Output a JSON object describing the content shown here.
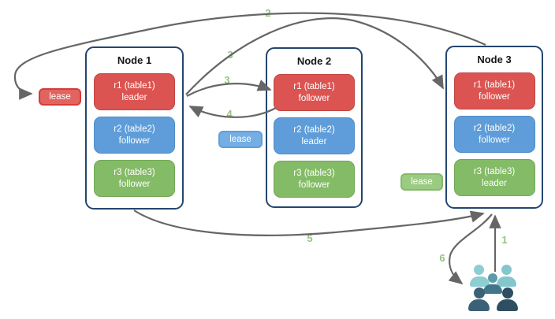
{
  "nodes": [
    {
      "title": "Node 1",
      "replicas": [
        {
          "label": "r1 (table1)",
          "role": "leader",
          "color": "red"
        },
        {
          "label": "r2 (table2)",
          "role": "follower",
          "color": "blue"
        },
        {
          "label": "r3 (table3)",
          "role": "follower",
          "color": "green"
        }
      ]
    },
    {
      "title": "Node 2",
      "replicas": [
        {
          "label": "r1 (table1)",
          "role": "follower",
          "color": "red"
        },
        {
          "label": "r2 (table2)",
          "role": "leader",
          "color": "blue"
        },
        {
          "label": "r3 (table3)",
          "role": "follower",
          "color": "green"
        }
      ]
    },
    {
      "title": "Node 3",
      "replicas": [
        {
          "label": "r1 (table1)",
          "role": "follower",
          "color": "red"
        },
        {
          "label": "r2 (table2)",
          "role": "follower",
          "color": "blue"
        },
        {
          "label": "r3 (table3)",
          "role": "leader",
          "color": "green"
        }
      ]
    }
  ],
  "leases": [
    {
      "label": "lease",
      "color": "red"
    },
    {
      "label": "lease",
      "color": "blue"
    },
    {
      "label": "lease",
      "color": "green"
    }
  ],
  "steps": {
    "one": "1",
    "two": "2",
    "three_a": "3",
    "three_b": "3",
    "four": "4",
    "five": "5",
    "six": "6"
  },
  "icons": {
    "clients": "people-group-icon"
  },
  "colors": {
    "replica_red": "#db5451",
    "replica_blue": "#5e9dd9",
    "replica_green": "#84bb66",
    "lease_red": "#e2635f",
    "lease_blue": "#74aee4",
    "lease_green": "#9bcb82",
    "node_border": "#23466e",
    "arrow": "#666666",
    "step_number": "#94c57d",
    "people_light_teal": "#8ecdd2",
    "people_medium_teal": "#5b9cab",
    "people_dark_slate": "#2e4f62"
  }
}
